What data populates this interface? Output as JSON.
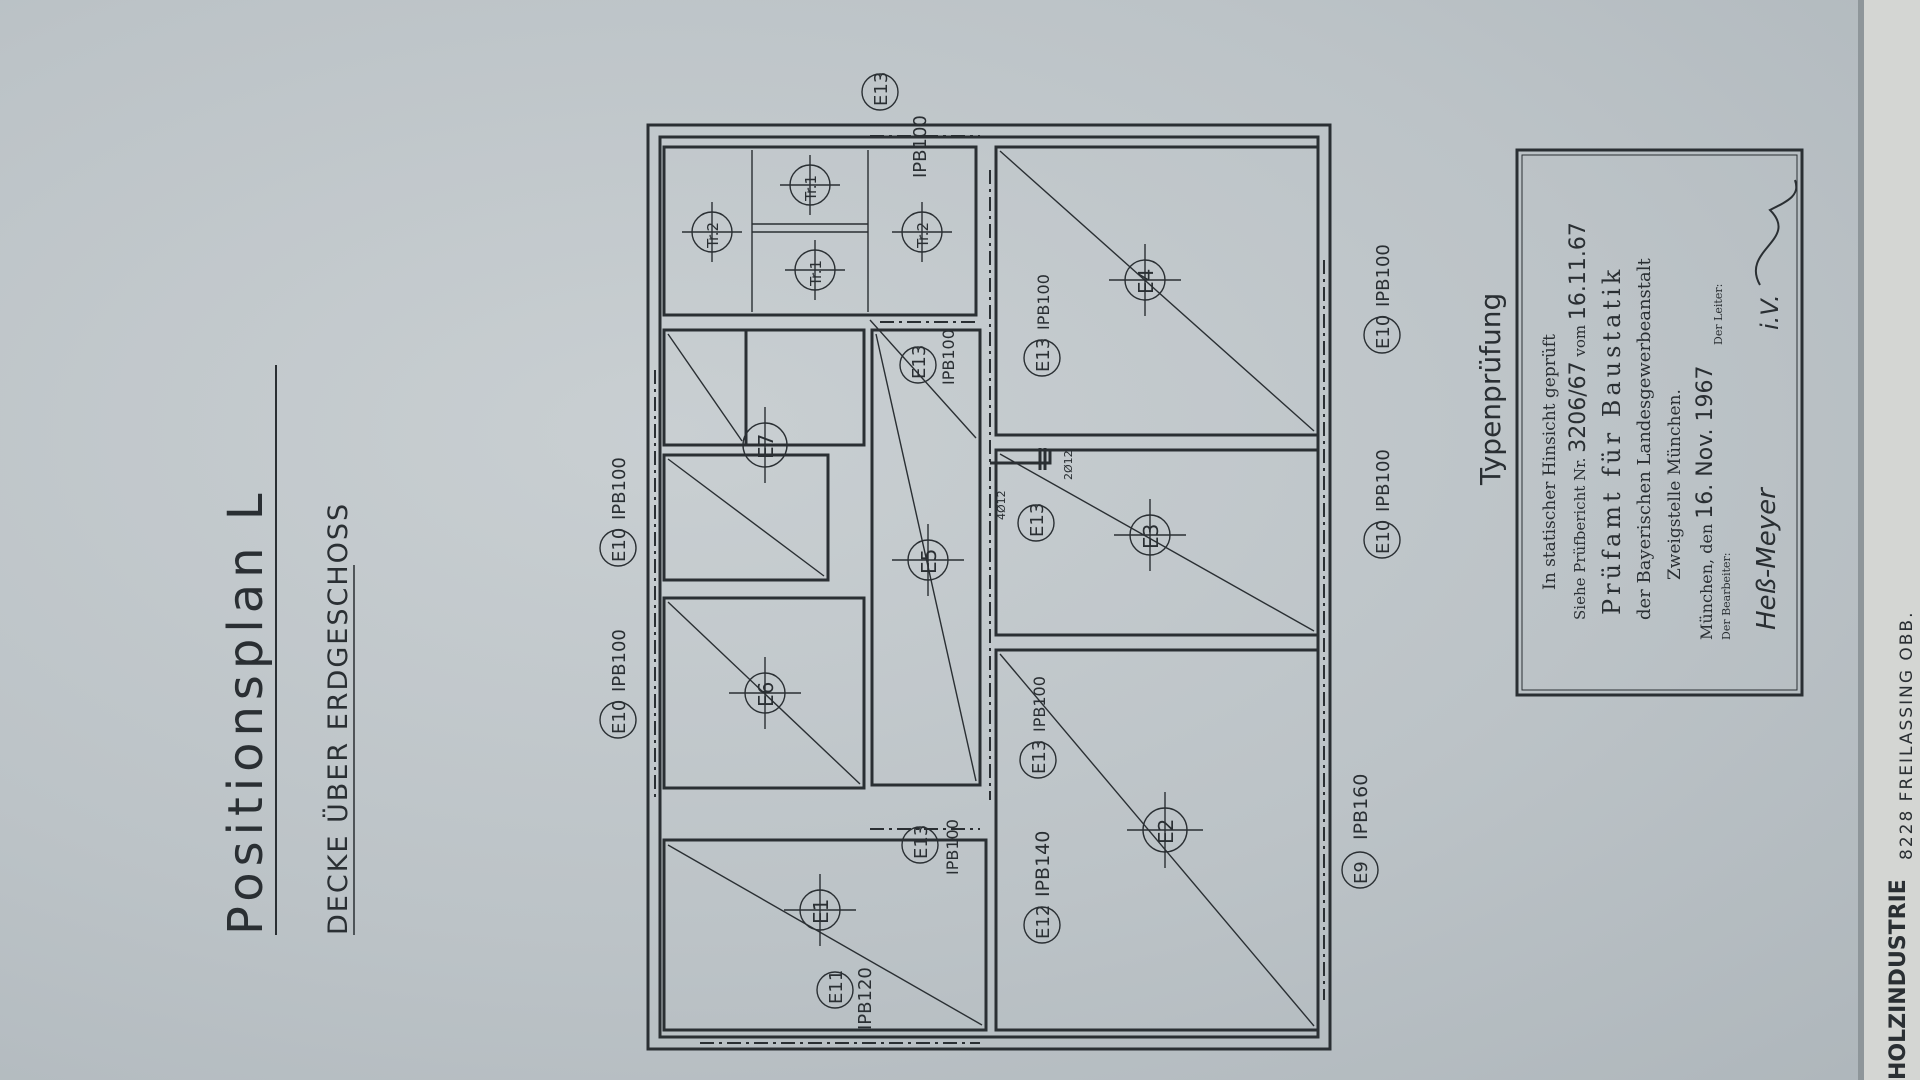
{
  "sheet": {
    "title": "Positionsplan L",
    "subtitle": "DECKE ÜBER ERDGESCHOSS",
    "colors": {
      "paper": "#bcc3c7",
      "ink": "#2a2f33"
    }
  },
  "positions": [
    "E1",
    "E2",
    "E3",
    "E4",
    "E5",
    "E6",
    "E7",
    "Tr.1",
    "Tr.1",
    "Tr.2",
    "Tr.2"
  ],
  "beams": [
    {
      "pos": "E9",
      "profile": "IPB160"
    },
    {
      "pos": "E10",
      "profile": "IPB100"
    },
    {
      "pos": "E10",
      "profile": "IPB100"
    },
    {
      "pos": "E10",
      "profile": "IPB100"
    },
    {
      "pos": "E10",
      "profile": "IPB100"
    },
    {
      "pos": "E11",
      "profile": "IPB120"
    },
    {
      "pos": "E12",
      "profile": "IPB140"
    },
    {
      "pos": "E13",
      "profile": "IPB100"
    },
    {
      "pos": "E13",
      "profile": "IPB100"
    },
    {
      "pos": "E13",
      "profile": "IPB100"
    },
    {
      "pos": "E13",
      "profile": "IPB100"
    },
    {
      "pos": "E13",
      "profile": ""
    },
    {
      "pos": "E13",
      "profile": "IPB100"
    }
  ],
  "small_labels": [
    "4Ø12",
    "2Ø12"
  ],
  "stamp": {
    "heading": "Typenprüfung",
    "line1": "In statischer Hinsicht geprüft",
    "line2_prefix": "Siehe Prüfbericht Nr.",
    "report_no": "3206/67",
    "line2_mid": "vom",
    "report_date": "16.11.67",
    "office1": "Prüfamt für Baustatik",
    "office2": "der Bayerischen Landesgewerbeanstalt",
    "office3": "Zweigstelle München.",
    "place_prefix": "München, den",
    "place_date": "16. Nov. 1967",
    "editor_label": "Der Bearbeiter:",
    "editor_sign": "Heß-Meyer",
    "lead_label": "Der Leiter:",
    "lead_sign": "i.V."
  },
  "edge_text": [
    "8228 FREILASSING OBB.",
    "HOLZINDUSTRIE"
  ]
}
